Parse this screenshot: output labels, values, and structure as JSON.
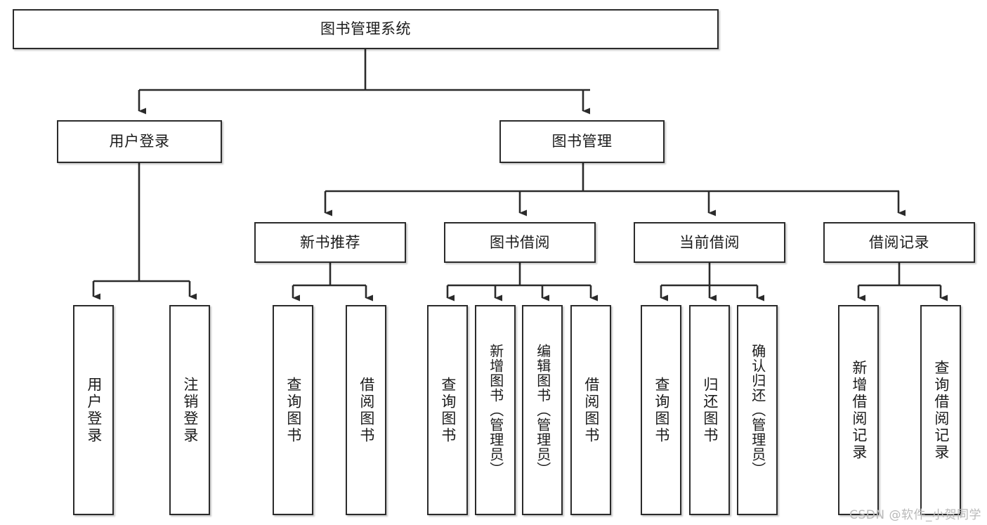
{
  "diagram": {
    "type": "tree",
    "title": "图书管理系统",
    "root": {
      "id": "root",
      "label": "图书管理系统"
    },
    "level2": [
      {
        "id": "user-login",
        "label": "用户登录"
      },
      {
        "id": "book-manage",
        "label": "图书管理"
      }
    ],
    "level3": [
      {
        "id": "new-book-recommend",
        "label": "新书推荐",
        "parent": "book-manage"
      },
      {
        "id": "book-borrow",
        "label": "图书借阅",
        "parent": "book-manage"
      },
      {
        "id": "current-borrow",
        "label": "当前借阅",
        "parent": "book-manage"
      },
      {
        "id": "borrow-record",
        "label": "借阅记录",
        "parent": "book-manage"
      }
    ],
    "leaves": [
      {
        "id": "leaf-user-login",
        "label": "用户登录",
        "parent": "user-login"
      },
      {
        "id": "leaf-logout",
        "label": "注销登录",
        "parent": "user-login"
      },
      {
        "id": "leaf-query-book-1",
        "label": "查询图书",
        "parent": "new-book-recommend"
      },
      {
        "id": "leaf-borrow-book-1",
        "label": "借阅图书",
        "parent": "new-book-recommend"
      },
      {
        "id": "leaf-query-book-2",
        "label": "查询图书",
        "parent": "book-borrow"
      },
      {
        "id": "leaf-add-book",
        "label": "新增图书（管理员）",
        "parent": "book-borrow"
      },
      {
        "id": "leaf-edit-book",
        "label": "编辑图书（管理员）",
        "parent": "book-borrow"
      },
      {
        "id": "leaf-borrow-book-2",
        "label": "借阅图书",
        "parent": "book-borrow"
      },
      {
        "id": "leaf-query-book-3",
        "label": "查询图书",
        "parent": "current-borrow"
      },
      {
        "id": "leaf-return-book",
        "label": "归还图书",
        "parent": "current-borrow"
      },
      {
        "id": "leaf-confirm-return",
        "label": "确认归还（管理员）",
        "parent": "current-borrow"
      },
      {
        "id": "leaf-add-record",
        "label": "新增借阅记录",
        "parent": "borrow-record"
      },
      {
        "id": "leaf-query-record",
        "label": "查询借阅记录",
        "parent": "borrow-record"
      }
    ],
    "colors": {
      "border": "#2b2b2b",
      "background": "#ffffff",
      "text": "#1b1b1b",
      "edge": "#2b2b2b",
      "watermark": "#b9b9b9"
    }
  },
  "watermark": {
    "text": "CSDN @软件_小贺同学"
  }
}
